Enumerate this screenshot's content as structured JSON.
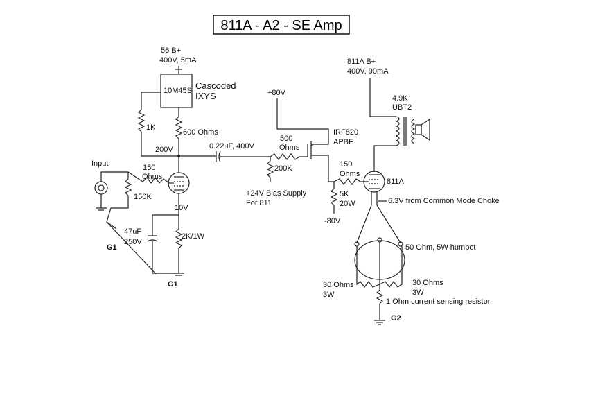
{
  "title": "811A - A2 - SE Amp",
  "labels": {
    "b56": "56 B+",
    "b56_spec": "400V, 5mA",
    "ixys_part": "10M45S",
    "ixys_desc1": "Cascoded",
    "ixys_desc2": "IXYS",
    "r_1k": "1K",
    "r_600": "600 Ohms",
    "v_200": "200V",
    "cap_coupling": "0.22uF, 400V",
    "input": "Input",
    "r_150_grid1": "150",
    "r_150_grid1b": "Ohms",
    "r_150k": "150K",
    "v_10": "10V",
    "cap_47": "47uF",
    "cap_47_v": "250V",
    "r_2k": "2K/1W",
    "gnd_g1_a": "G1",
    "gnd_g1_b": "G1",
    "v_plus80": "+80V",
    "r_500": "500",
    "r_500b": "Ohms",
    "mosfet1": "IRF820",
    "mosfet2": "APBF",
    "r_200k": "200K",
    "bias1": "+24V Bias Supply",
    "bias2": "For 811",
    "b811": "811A B+",
    "b811_spec": "400V, 90mA",
    "xfmr1": "4.9K",
    "xfmr2": "UBT2",
    "r_150_grid2": "150",
    "r_150_grid2b": "Ohms",
    "tube811": "811A",
    "r_5k": "5K",
    "r_5k_w": "20W",
    "v_minus80": "-80V",
    "heater": "6.3V from Common Mode Choke",
    "humpot": "50 Ohm, 5W humpot",
    "r_30_left": "30 Ohms",
    "r_30_left_w": "3W",
    "r_30_right": "30 Ohms",
    "r_30_right_w": "3W",
    "r_sense": "1 Ohm current sensing resistor",
    "gnd_g2": "G2"
  }
}
